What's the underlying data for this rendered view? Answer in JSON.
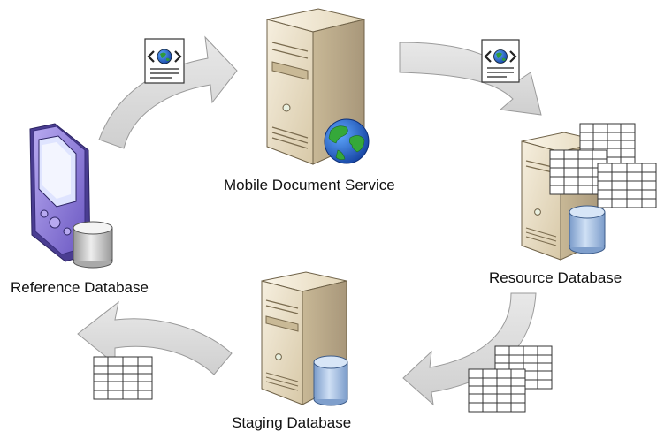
{
  "nodes": {
    "mobile_service": {
      "label": "Mobile Document Service"
    },
    "resource_db": {
      "label": "Resource Database"
    },
    "staging_db": {
      "label": "Staging Database"
    },
    "reference_db": {
      "label": "Reference Database"
    }
  },
  "colors": {
    "arrow_fill": "#d9d9d9",
    "arrow_stroke": "#9a9a9a",
    "server_light": "#f1e8d4",
    "server_mid": "#d9cba8",
    "server_dark": "#b2a27f",
    "db_blue": "#9fbde3",
    "device_purple": "#8b78d6"
  },
  "icons": [
    "xml-document-icon",
    "globe-icon",
    "database-cylinder-icon",
    "table-grid-icon",
    "server-tower-icon",
    "pda-device-icon"
  ]
}
